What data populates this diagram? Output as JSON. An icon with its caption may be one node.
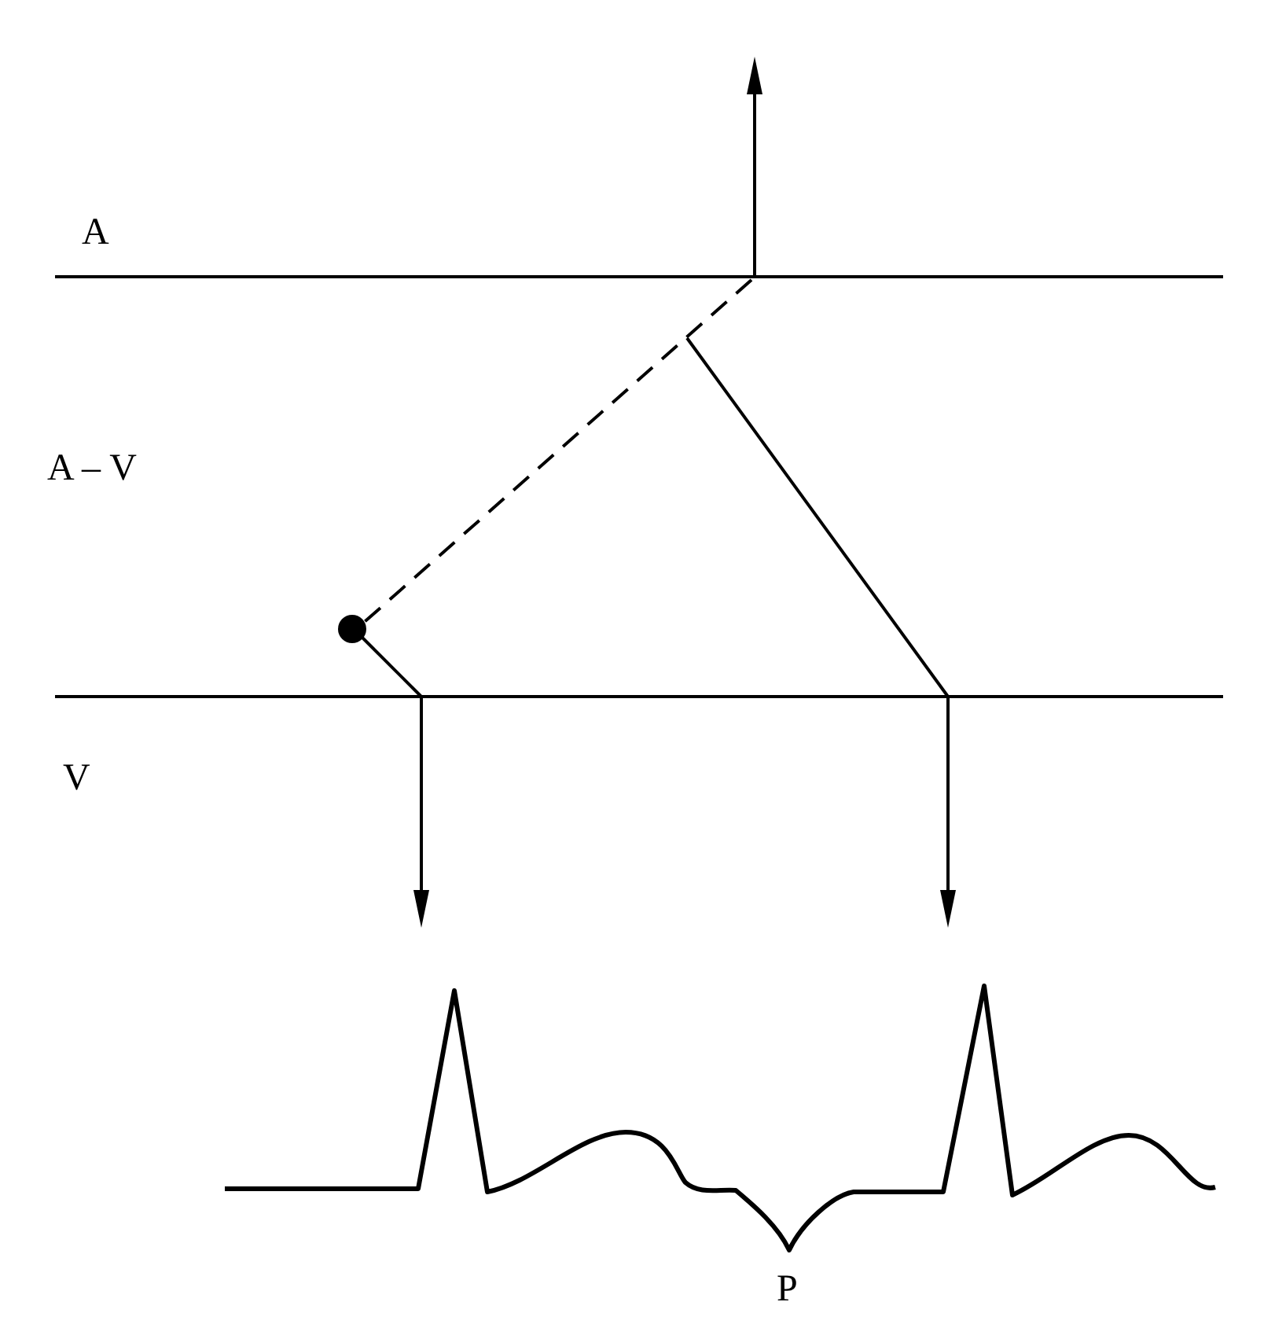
{
  "diagram": {
    "labels": [
      "A",
      "A – V",
      "V",
      "P"
    ]
  }
}
